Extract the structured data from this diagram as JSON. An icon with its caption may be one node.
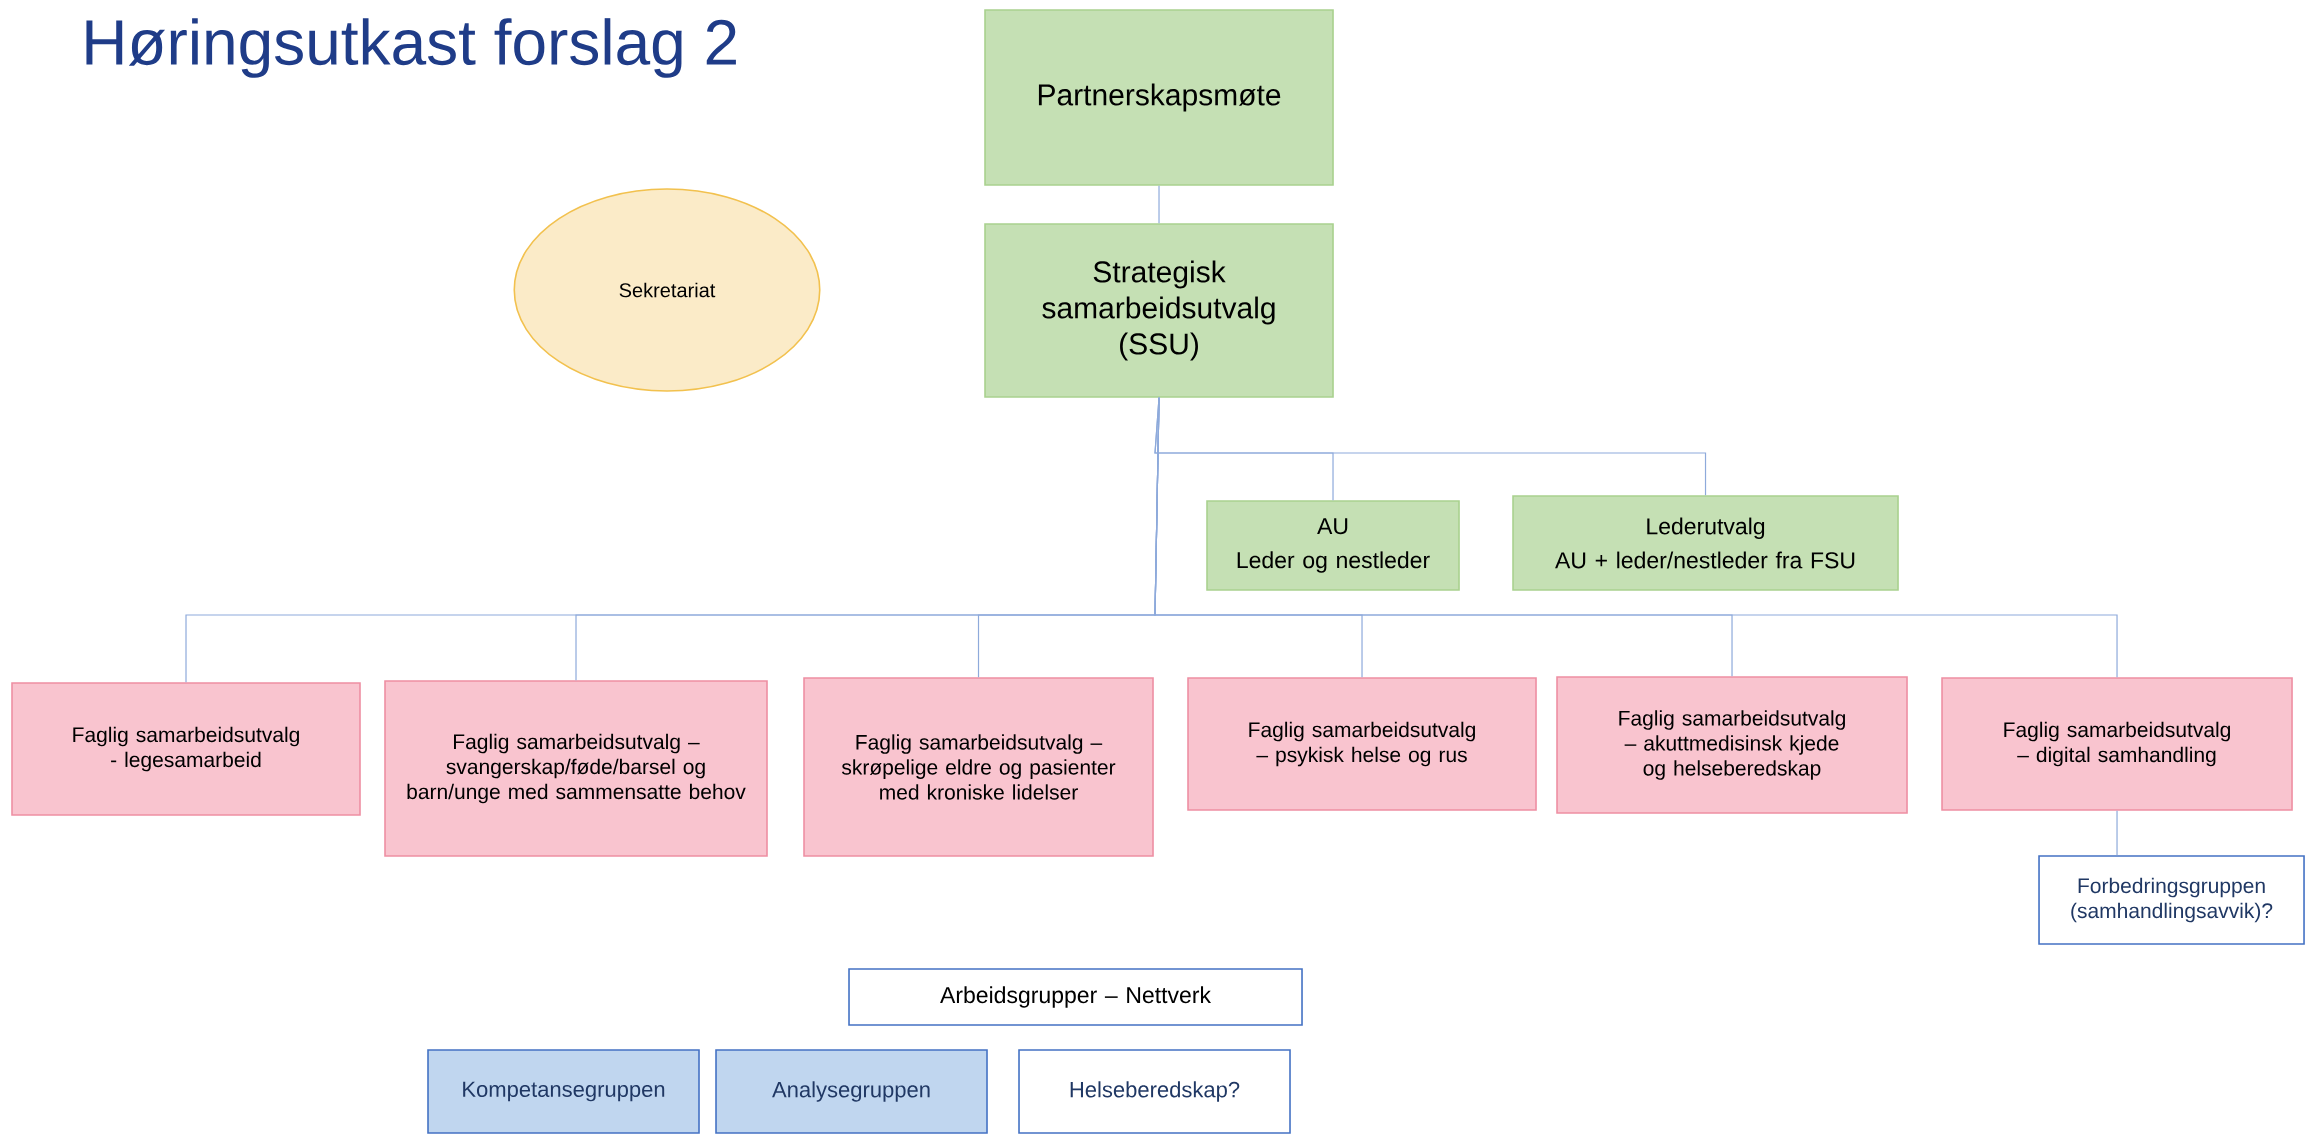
{
  "diagram": {
    "title": "Høringsutkast forslag 2",
    "nodes": [
      {
        "text": [
          "Partnerskapsmøte"
        ]
      },
      {
        "text": [
          "Sekretariat"
        ]
      },
      {
        "text": [
          "Strategisk samarbeidsutvalg (SSU)"
        ]
      },
      {
        "text": [
          "AU",
          "Leder og nestleder"
        ]
      },
      {
        "text": [
          "Lederutvalg",
          "AU + leder/nestleder fra FSU"
        ]
      },
      {
        "text": [
          "Faglig samarbeidsutvalg - legesamarbeid"
        ]
      },
      {
        "text": [
          "Faglig samarbeidsutvalg – svangerskap/føde/barsel og barn/unge med sammensatte behov"
        ]
      },
      {
        "text": [
          "Faglig samarbeidsutvalg – skrøpelige eldre og pasienter med kroniske lidelser"
        ]
      },
      {
        "text": [
          "Faglig samarbeidsutvalg – psykisk helse og rus"
        ]
      },
      {
        "text": [
          "Faglig samarbeidsutvalg – akuttmedisinsk kjede og helseberedskap"
        ]
      },
      {
        "text": [
          "Faglig samarbeidsutvalg – digital samhandling"
        ]
      },
      {
        "text": [
          "Forbedringsgruppen (samhandlingsavvik)?"
        ]
      },
      {
        "text": [
          "Arbeidsgrupper – Nettverk"
        ]
      },
      {
        "text": [
          "Kompetansegruppen"
        ]
      },
      {
        "text": [
          "Analysegruppen"
        ]
      },
      {
        "text": [
          "Helseberedskap?"
        ]
      }
    ],
    "edges": [
      {
        "from": 0,
        "to": 2,
        "arrow": "none"
      },
      {
        "from": 2,
        "to": 3,
        "arrow": "none"
      },
      {
        "from": 2,
        "to": 4,
        "arrow": "none"
      },
      {
        "from": 2,
        "to": 5,
        "arrow": "none"
      },
      {
        "from": 2,
        "to": 6,
        "arrow": "none"
      },
      {
        "from": 2,
        "to": 7,
        "arrow": "none"
      },
      {
        "from": 2,
        "to": 8,
        "arrow": "none"
      },
      {
        "from": 2,
        "to": 9,
        "arrow": "none"
      },
      {
        "from": 2,
        "to": 10,
        "arrow": "none"
      },
      {
        "from": 10,
        "to": 11,
        "arrow": "none"
      }
    ]
  }
}
